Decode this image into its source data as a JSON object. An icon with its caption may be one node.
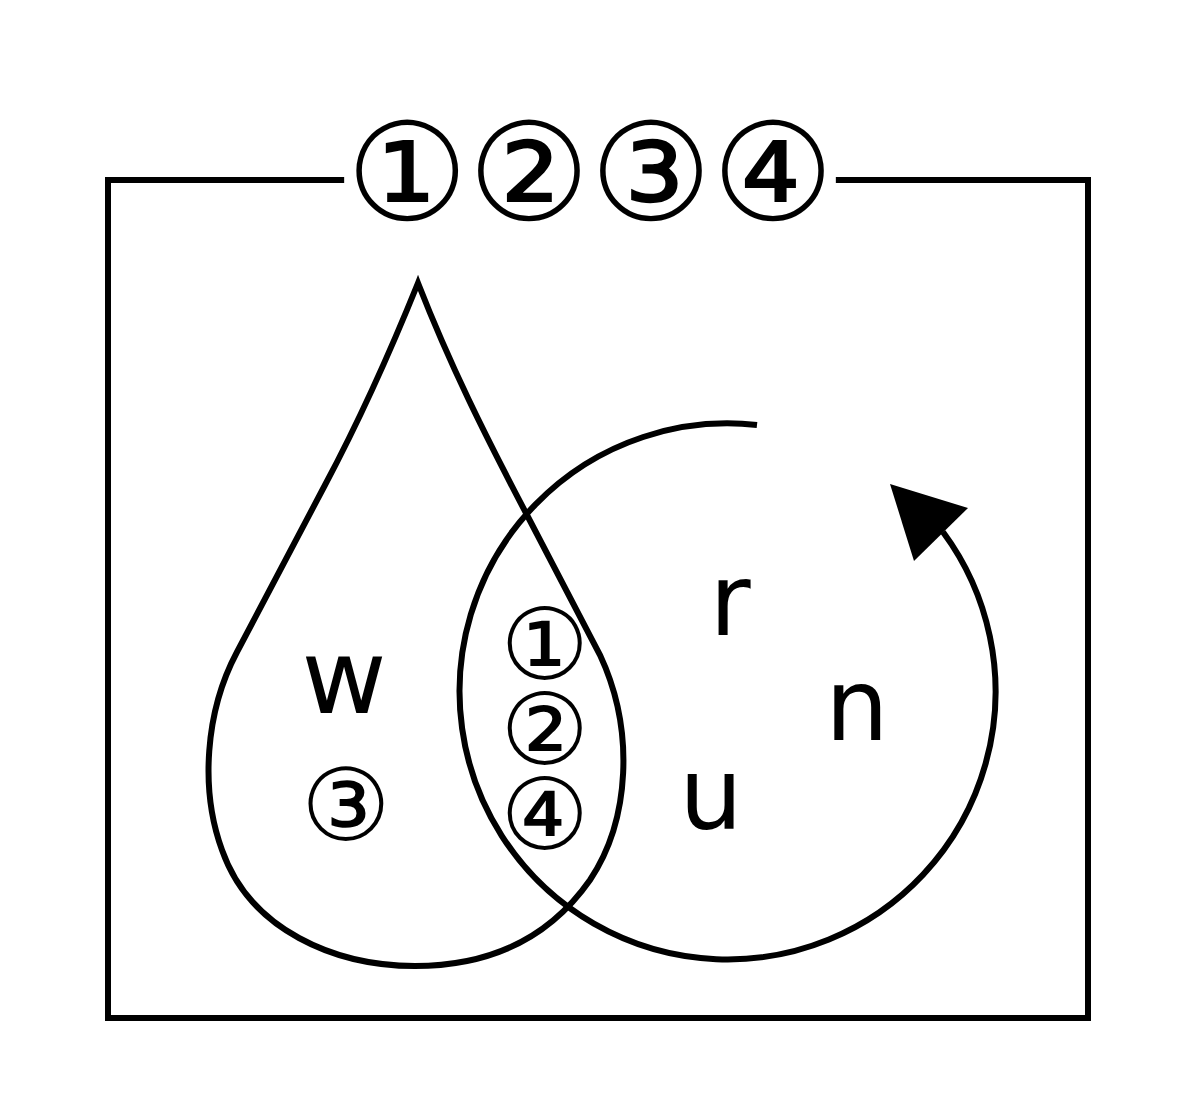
{
  "diagram": {
    "nodes": [
      {
        "text": [
          "①②③④"
        ]
      },
      {
        "text": [
          "w",
          "③"
        ],
        "in": 0
      },
      {
        "text": [
          "r",
          "n",
          "u"
        ],
        "in": 0
      }
    ],
    "labels": [
      "①",
      "②",
      "④"
    ]
  }
}
